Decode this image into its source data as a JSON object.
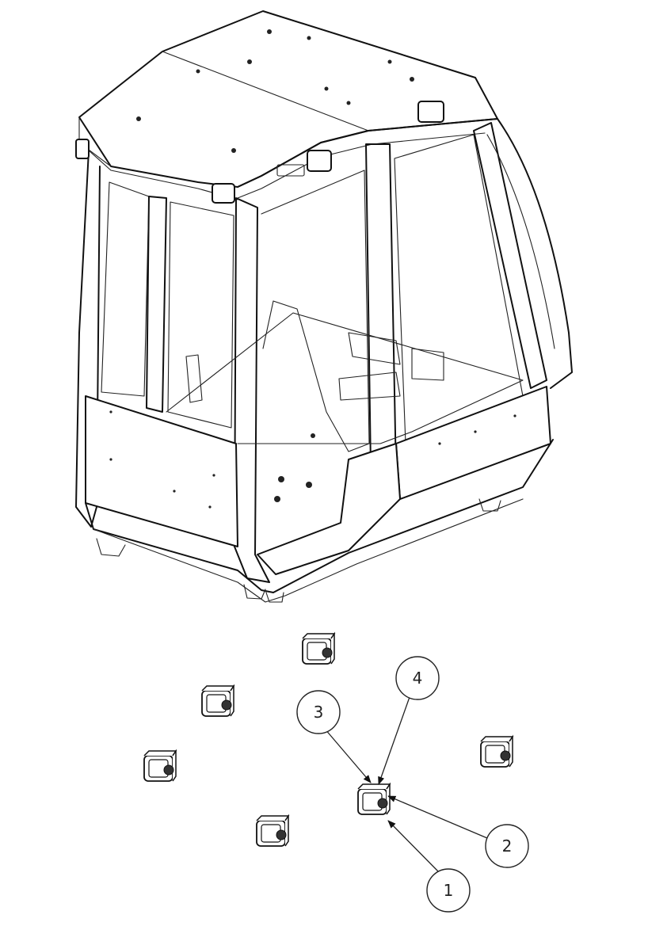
{
  "callouts": [
    {
      "id": "1",
      "label": "1"
    },
    {
      "id": "2",
      "label": "2"
    },
    {
      "id": "3",
      "label": "3"
    },
    {
      "id": "4",
      "label": "4"
    }
  ],
  "icons": [
    "cab-frame-drawing",
    "work-light-part"
  ],
  "colors": {
    "line": "#111111",
    "background": "#ffffff"
  }
}
